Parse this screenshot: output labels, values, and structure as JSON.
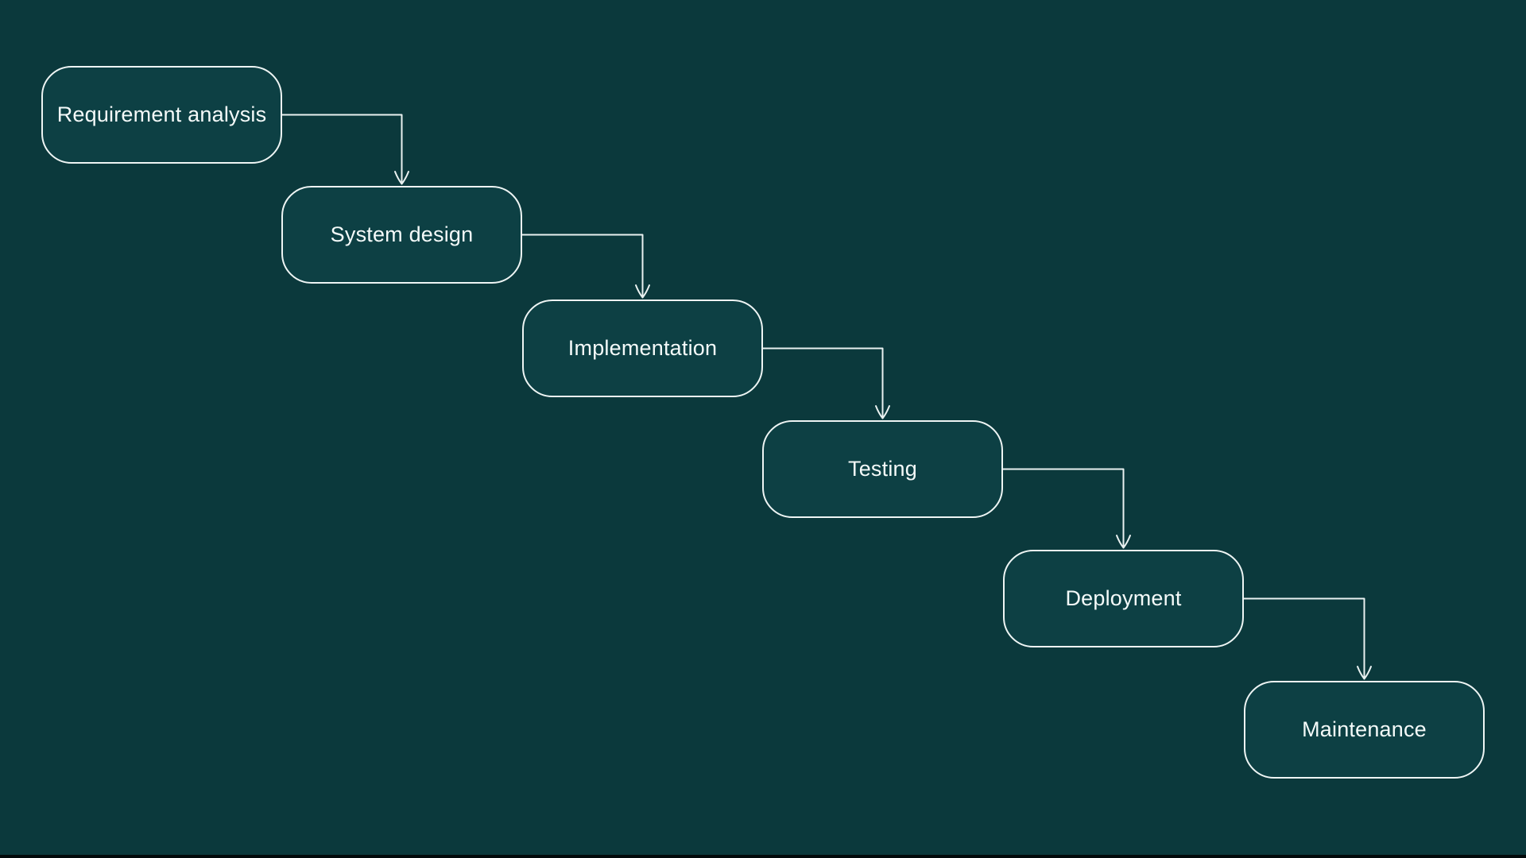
{
  "diagram": {
    "nodes": [
      {
        "id": "requirement-analysis",
        "label": "Requirement analysis"
      },
      {
        "id": "system-design",
        "label": "System design"
      },
      {
        "id": "implementation",
        "label": "Implementation"
      },
      {
        "id": "testing",
        "label": "Testing"
      },
      {
        "id": "deployment",
        "label": "Deployment"
      },
      {
        "id": "maintenance",
        "label": "Maintenance"
      }
    ],
    "edges": [
      {
        "from": "Requirement analysis",
        "to": "System design"
      },
      {
        "from": "System design",
        "to": "Implementation"
      },
      {
        "from": "Implementation",
        "to": "Testing"
      },
      {
        "from": "Testing",
        "to": "Deployment"
      },
      {
        "from": "Deployment",
        "to": "Maintenance"
      }
    ]
  },
  "colors": {
    "background": "#0b393c",
    "node_fill": "#0d4044",
    "node_border": "#eef5f4",
    "node_text": "#f4faf9",
    "connector": "#e9f1f0",
    "screen_edge": "#020a0b"
  }
}
